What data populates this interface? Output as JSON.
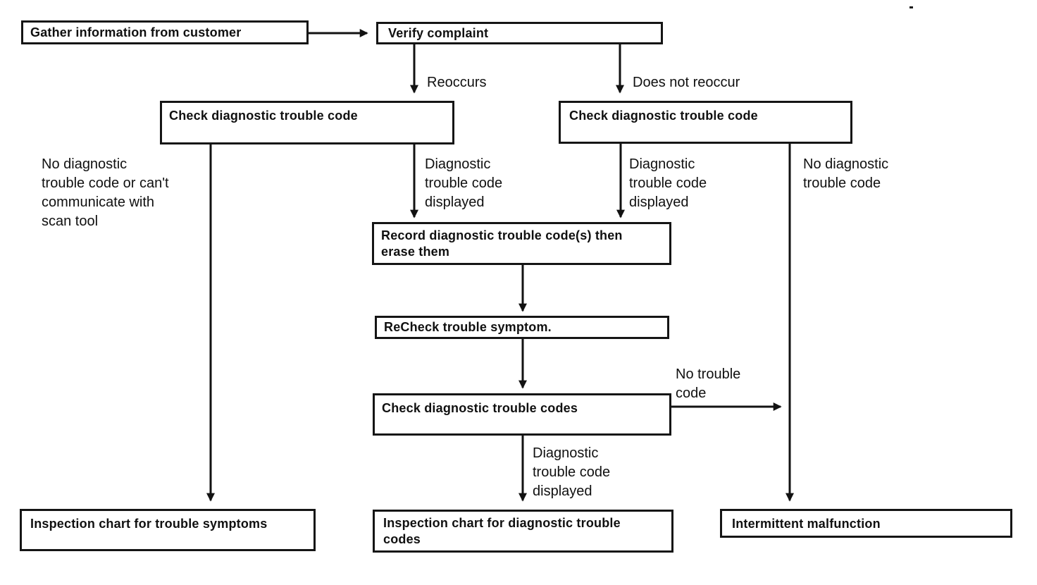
{
  "canvas": {
    "background": "#ffffff",
    "ink": "#121212"
  },
  "nodes": {
    "gather": "Gather information from customer",
    "verify": "Verify complaint",
    "check_left": "Check diagnostic trouble code",
    "check_right": "Check diagnostic trouble code",
    "record": "Record diagnostic trouble code(s) then\nerase them",
    "recheck": "ReCheck trouble symptom.",
    "check_codes": "Check diagnostic trouble codes",
    "inspection_symptoms": "Inspection chart for trouble symptoms",
    "inspection_codes": "Inspection chart for diagnostic trouble\ncodes",
    "intermittent": "Intermittent malfunction"
  },
  "edge_labels": {
    "reoccurs": "Reoccurs",
    "does_not_reoccur": "Does not reoccur",
    "no_dtc_or_cant_communicate": "No diagnostic\ntrouble code or can't\ncommunicate with\nscan tool",
    "dtc_displayed_left": "Diagnostic\ntrouble code\ndisplayed",
    "dtc_displayed_right": "Diagnostic\ntrouble code\ndisplayed",
    "no_dtc_right": "No diagnostic\ntrouble code",
    "no_trouble_code": "No trouble\ncode",
    "dtc_displayed_bottom": "Diagnostic\ntrouble code\ndisplayed"
  }
}
